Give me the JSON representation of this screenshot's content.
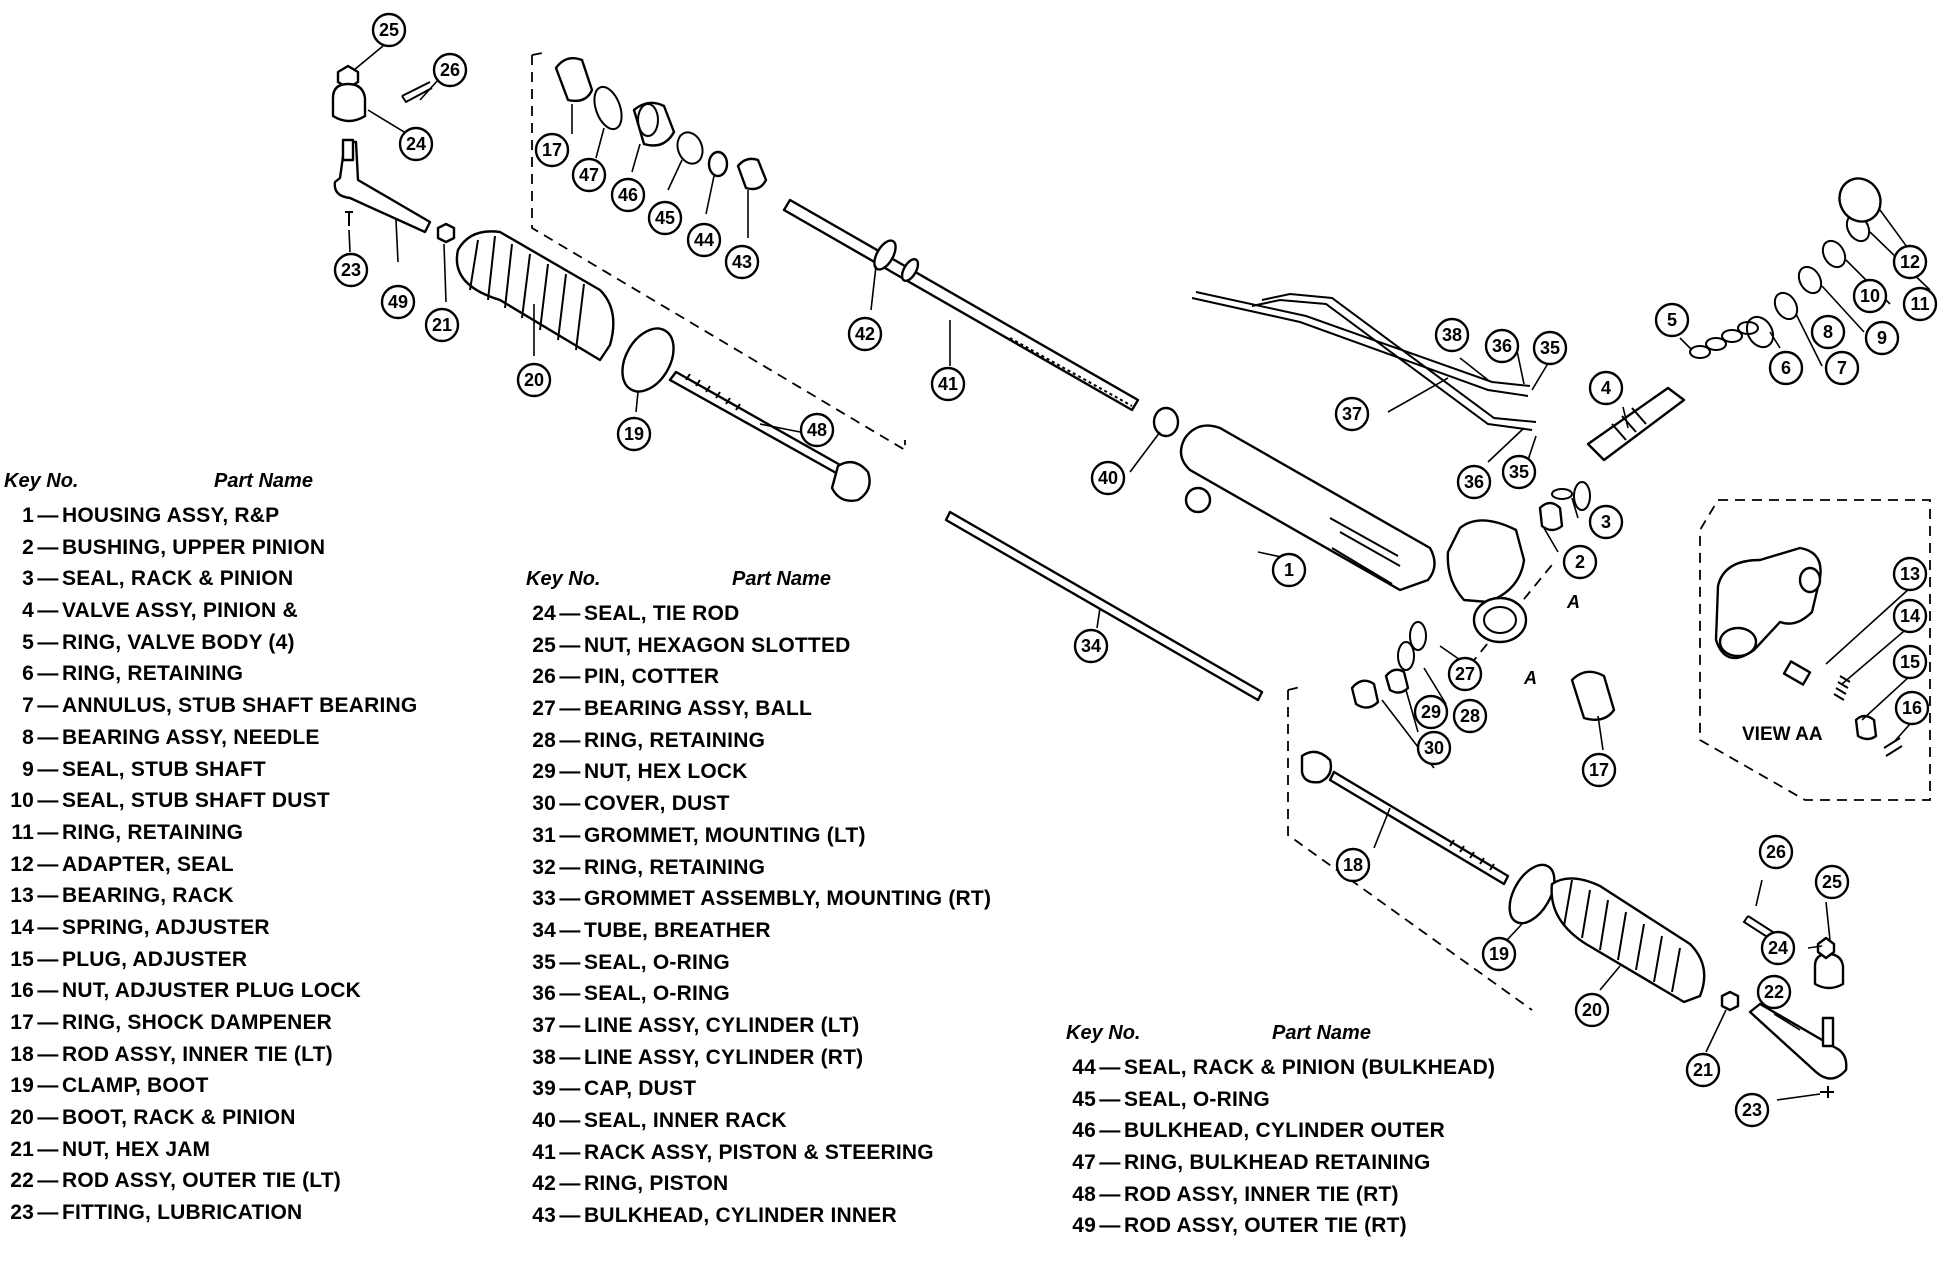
{
  "view_label": "VIEW AA",
  "section_marker": "A",
  "columns": [
    {
      "key_header": "Key No.",
      "name_header": "Part Name",
      "parts": [
        {
          "no": "1",
          "name": "HOUSING ASSY, R&P"
        },
        {
          "no": "2",
          "name": "BUSHING, UPPER PINION"
        },
        {
          "no": "3",
          "name": "SEAL, RACK & PINION"
        },
        {
          "no": "4",
          "name": "VALVE ASSY, PINION &"
        },
        {
          "no": "5",
          "name": "RING, VALVE BODY (4)"
        },
        {
          "no": "6",
          "name": "RING, RETAINING"
        },
        {
          "no": "7",
          "name": "ANNULUS, STUB SHAFT BEARING"
        },
        {
          "no": "8",
          "name": "BEARING ASSY, NEEDLE"
        },
        {
          "no": "9",
          "name": "SEAL, STUB SHAFT"
        },
        {
          "no": "10",
          "name": "SEAL, STUB SHAFT DUST"
        },
        {
          "no": "11",
          "name": "RING, RETAINING"
        },
        {
          "no": "12",
          "name": "ADAPTER, SEAL"
        },
        {
          "no": "13",
          "name": "BEARING, RACK"
        },
        {
          "no": "14",
          "name": "SPRING, ADJUSTER"
        },
        {
          "no": "15",
          "name": "PLUG, ADJUSTER"
        },
        {
          "no": "16",
          "name": "NUT, ADJUSTER PLUG LOCK"
        },
        {
          "no": "17",
          "name": "RING, SHOCK DAMPENER"
        },
        {
          "no": "18",
          "name": "ROD ASSY, INNER TIE (LT)"
        },
        {
          "no": "19",
          "name": "CLAMP, BOOT"
        },
        {
          "no": "20",
          "name": "BOOT, RACK & PINION"
        },
        {
          "no": "21",
          "name": "NUT, HEX JAM"
        },
        {
          "no": "22",
          "name": "ROD ASSY, OUTER TIE (LT)"
        },
        {
          "no": "23",
          "name": "FITTING, LUBRICATION"
        }
      ]
    },
    {
      "key_header": "Key No.",
      "name_header": "Part Name",
      "parts": [
        {
          "no": "24",
          "name": "SEAL, TIE ROD"
        },
        {
          "no": "25",
          "name": "NUT, HEXAGON SLOTTED"
        },
        {
          "no": "26",
          "name": "PIN, COTTER"
        },
        {
          "no": "27",
          "name": "BEARING ASSY, BALL"
        },
        {
          "no": "28",
          "name": "RING, RETAINING"
        },
        {
          "no": "29",
          "name": "NUT, HEX LOCK"
        },
        {
          "no": "30",
          "name": "COVER, DUST"
        },
        {
          "no": "31",
          "name": "GROMMET, MOUNTING (LT)"
        },
        {
          "no": "32",
          "name": "RING, RETAINING"
        },
        {
          "no": "33",
          "name": "GROMMET ASSEMBLY, MOUNTING (RT)"
        },
        {
          "no": "34",
          "name": "TUBE, BREATHER"
        },
        {
          "no": "35",
          "name": "SEAL, O-RING"
        },
        {
          "no": "36",
          "name": "SEAL, O-RING"
        },
        {
          "no": "37",
          "name": "LINE ASSY, CYLINDER (LT)"
        },
        {
          "no": "38",
          "name": "LINE ASSY, CYLINDER (RT)"
        },
        {
          "no": "39",
          "name": "CAP, DUST"
        },
        {
          "no": "40",
          "name": "SEAL, INNER RACK"
        },
        {
          "no": "41",
          "name": "RACK ASSY, PISTON & STEERING"
        },
        {
          "no": "42",
          "name": "RING, PISTON"
        },
        {
          "no": "43",
          "name": "BULKHEAD, CYLINDER INNER"
        }
      ]
    },
    {
      "key_header": "Key No.",
      "name_header": "Part Name",
      "parts": [
        {
          "no": "44",
          "name": "SEAL, RACK & PINION (BULKHEAD)"
        },
        {
          "no": "45",
          "name": "SEAL, O-RING"
        },
        {
          "no": "46",
          "name": "BULKHEAD, CYLINDER OUTER"
        },
        {
          "no": "47",
          "name": "RING, BULKHEAD RETAINING"
        },
        {
          "no": "48",
          "name": "ROD ASSY, INNER TIE (RT)"
        },
        {
          "no": "49",
          "name": "ROD ASSY, OUTER TIE (RT)"
        }
      ]
    }
  ],
  "callouts": [
    "25",
    "26",
    "24",
    "23",
    "49",
    "21",
    "20",
    "19",
    "48",
    "17",
    "47",
    "46",
    "45",
    "44",
    "43",
    "42",
    "41",
    "40",
    "38",
    "36",
    "35",
    "37",
    "36",
    "35",
    "34",
    "1",
    "2",
    "3",
    "4",
    "5",
    "6",
    "7",
    "8",
    "9",
    "10",
    "11",
    "12",
    "27",
    "28",
    "29",
    "30",
    "17",
    "18",
    "19",
    "20",
    "21",
    "22",
    "23",
    "24",
    "25",
    "26",
    "13",
    "14",
    "15",
    "16"
  ]
}
